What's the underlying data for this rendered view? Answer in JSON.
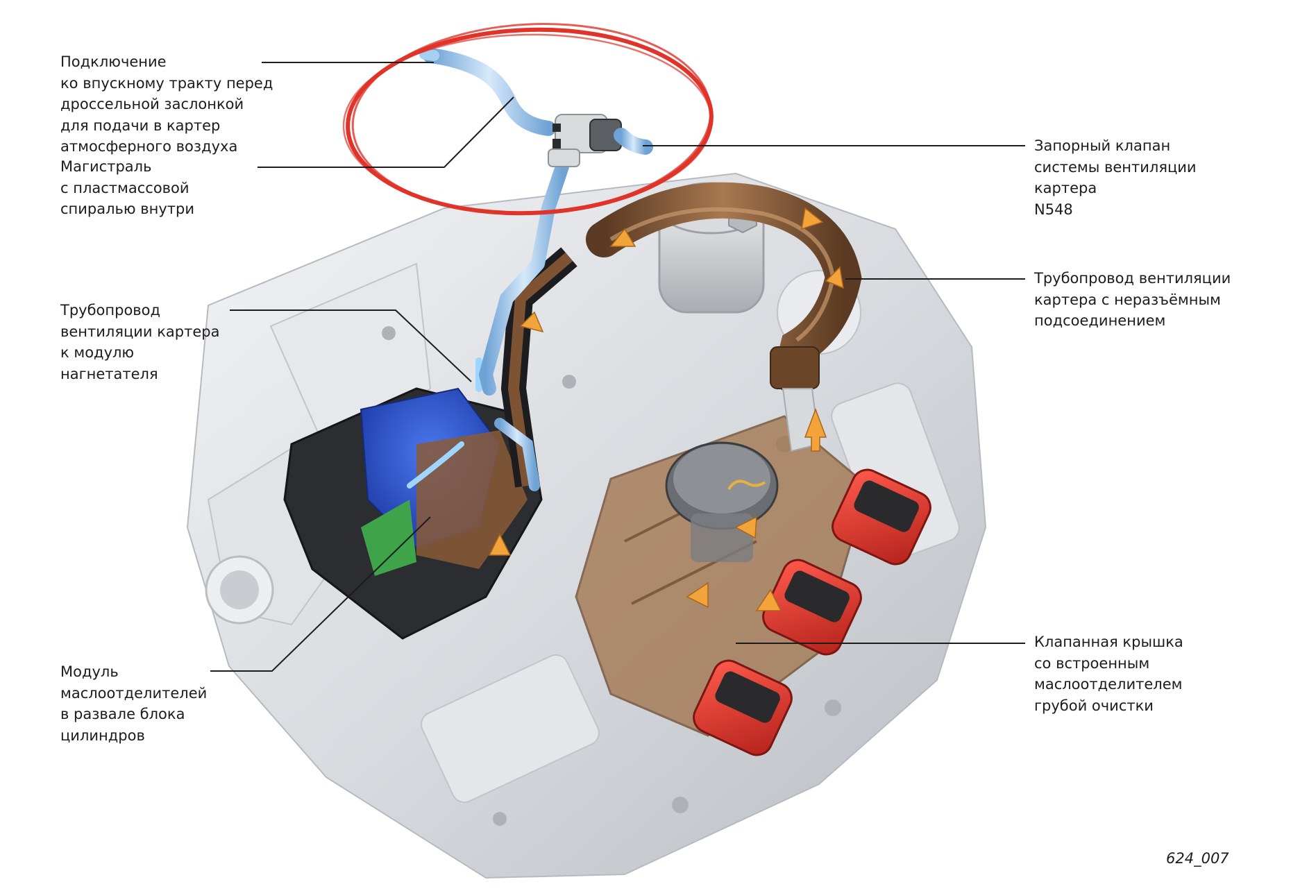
{
  "callouts": {
    "intake_connection": {
      "lines": [
        "Подключение",
        "ко впускному тракту перед",
        "дроссельной заслонкой",
        "для подачи в картер",
        "атмосферного воздуха"
      ]
    },
    "hose_with_spiral": {
      "lines": [
        "Магистраль",
        "с пластмассовой",
        "спиралью внутри"
      ]
    },
    "check_valve": {
      "lines": [
        "Запорный клапан",
        "системы вентиляции",
        "картера",
        "N548"
      ]
    },
    "pcv_pipe_one_piece": {
      "lines": [
        "Трубопровод вентиляции",
        "картера с неразъёмным",
        "подсоединением"
      ]
    },
    "pcv_pipe_to_charger": {
      "lines": [
        "Трубопровод",
        "вентиляции картера",
        "к модулю",
        "нагнетателя"
      ]
    },
    "oil_separator_module": {
      "lines": [
        "Модуль",
        "маслоотделителей",
        "в развале блока",
        "цилиндров"
      ]
    },
    "valve_cover": {
      "lines": [
        "Клапанная крышка",
        "со встроенным",
        "маслоотделителем",
        "грубой очистки"
      ]
    }
  },
  "figure_id": "624_007",
  "colors": {
    "highlight_ellipse": "#e0342a",
    "vent_hose": "#8fbde6",
    "pcv_pipe": "#8a5a36",
    "coil_red": "#d8332b",
    "separator_blue": "#2f54c9",
    "flow_arrow": "#f2a33a",
    "engine_gray": "#d9dcdf"
  }
}
